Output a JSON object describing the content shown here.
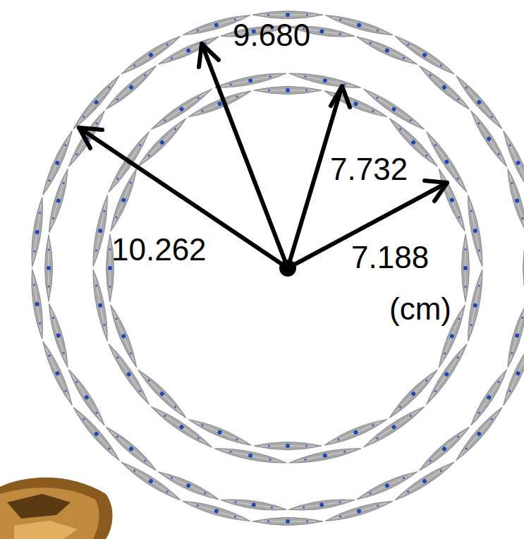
{
  "diagram": {
    "labels": [
      "9.680",
      "7.732",
      "10.262",
      "7.188",
      "(cm)"
    ]
  }
}
